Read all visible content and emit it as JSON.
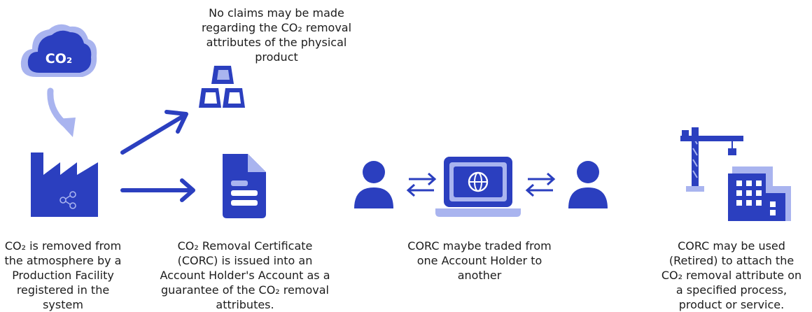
{
  "colors": {
    "primary": "#2b3fbf",
    "light": "#a9b4ef",
    "mid": "#4c5fd6"
  },
  "cloud": {
    "label": "CO₂"
  },
  "no_claims_note": [
    "No claims may be made",
    "regarding the CO₂ removal",
    "attributes of the physical",
    "product"
  ],
  "steps": [
    {
      "lines": [
        "CO₂ is removed from",
        "the atmosphere by a",
        "Production Facility",
        "registered in the",
        "system"
      ]
    },
    {
      "lines": [
        "CO₂ Removal Certificate",
        "(CORC) is issued into an",
        "Account Holder's Account as a",
        "guarantee of the CO₂ removal",
        "attributes."
      ]
    },
    {
      "lines": [
        "CORC maybe traded from",
        "one Account Holder to",
        "another"
      ]
    },
    {
      "lines": [
        "CORC may be used",
        "(Retired) to attach the",
        "CO₂ removal attribute on",
        "a specified process,",
        "product or service."
      ]
    }
  ],
  "icons": [
    "co2-cloud-icon",
    "factory-icon",
    "gold-bars-icon",
    "document-icon",
    "person-icon",
    "laptop-globe-icon",
    "exchange-arrows-icon",
    "construction-crane-icon",
    "building-icon"
  ]
}
